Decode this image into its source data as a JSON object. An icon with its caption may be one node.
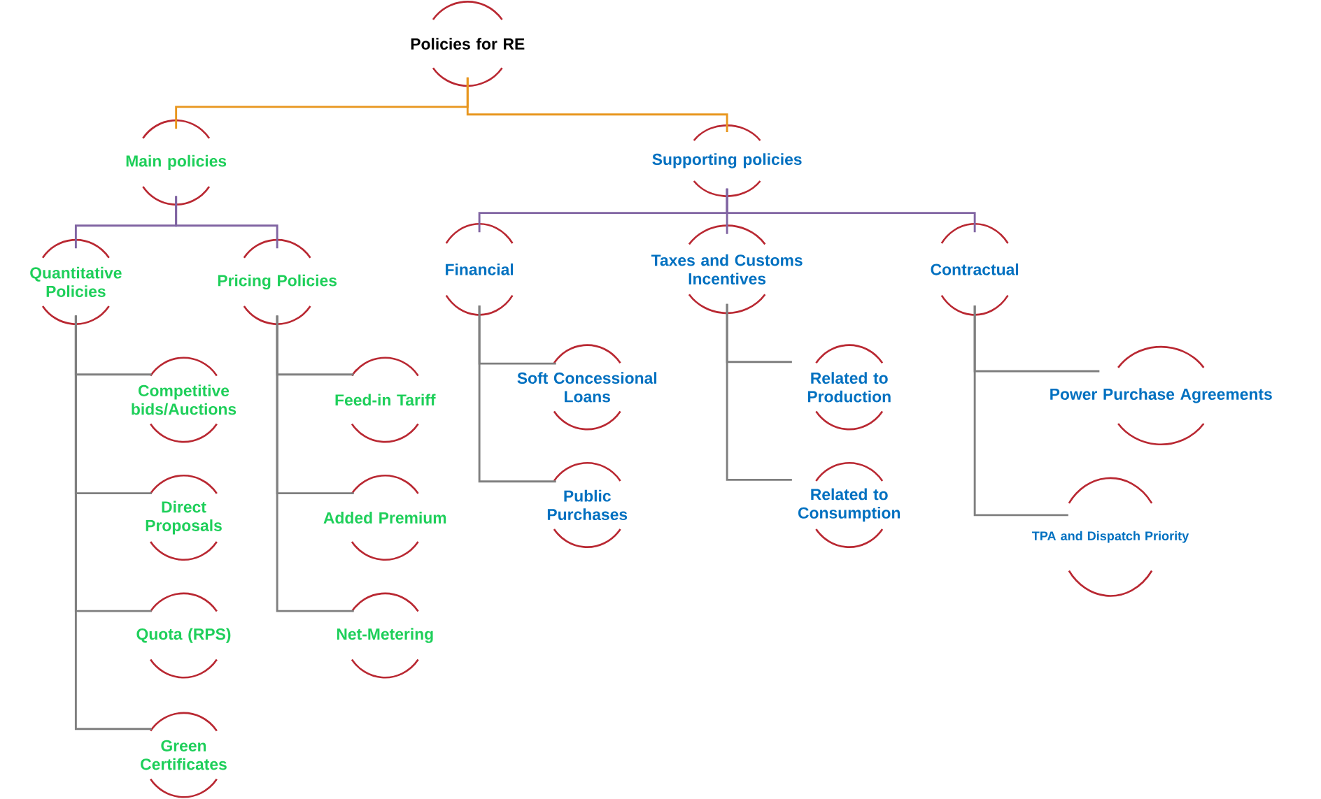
{
  "diagram": {
    "nodes": [
      {
        "text": [
          "Policies for RE"
        ]
      },
      {
        "text": [
          "Main policies"
        ]
      },
      {
        "text": [
          "Supporting policies"
        ]
      },
      {
        "text": [
          "Quantitative Policies"
        ]
      },
      {
        "text": [
          "Pricing Policies"
        ]
      },
      {
        "text": [
          "Financial"
        ]
      },
      {
        "text": [
          "Taxes and Customs Incentives"
        ]
      },
      {
        "text": [
          "Contractual"
        ]
      },
      {
        "text": [
          "Competitive bids/Auctions"
        ]
      },
      {
        "text": [
          "Direct Proposals"
        ]
      },
      {
        "text": [
          "Quota (RPS)"
        ]
      },
      {
        "text": [
          "Green Certificates"
        ]
      },
      {
        "text": [
          "Feed-in Tariff"
        ]
      },
      {
        "text": [
          "Added Premium"
        ]
      },
      {
        "text": [
          "Net-Metering"
        ]
      },
      {
        "text": [
          "Soft Concessional Loans"
        ]
      },
      {
        "text": [
          "Public Purchases"
        ]
      },
      {
        "text": [
          "Related to Production"
        ]
      },
      {
        "text": [
          "Related to Consumption"
        ]
      },
      {
        "text": [
          "Power Purchase Agreements"
        ]
      },
      {
        "text": [
          "TPA and Dispatch Priority"
        ]
      }
    ],
    "edges": [
      {
        "from": 0,
        "to": 1,
        "arrow": "none",
        "color": "#e8961e"
      },
      {
        "from": 0,
        "to": 2,
        "arrow": "none",
        "color": "#e8961e"
      },
      {
        "from": 1,
        "to": 3,
        "arrow": "none",
        "color": "#8064a2"
      },
      {
        "from": 1,
        "to": 4,
        "arrow": "none",
        "color": "#8064a2"
      },
      {
        "from": 2,
        "to": 5,
        "arrow": "none",
        "color": "#8064a2"
      },
      {
        "from": 2,
        "to": 6,
        "arrow": "none",
        "color": "#8064a2"
      },
      {
        "from": 2,
        "to": 7,
        "arrow": "none",
        "color": "#8064a2"
      },
      {
        "from": 3,
        "to": 8,
        "arrow": "none"
      },
      {
        "from": 3,
        "to": 9,
        "arrow": "none"
      },
      {
        "from": 3,
        "to": 10,
        "arrow": "none"
      },
      {
        "from": 3,
        "to": 11,
        "arrow": "none"
      },
      {
        "from": 4,
        "to": 12,
        "arrow": "none"
      },
      {
        "from": 4,
        "to": 13,
        "arrow": "none"
      },
      {
        "from": 4,
        "to": 14,
        "arrow": "none"
      },
      {
        "from": 5,
        "to": 15,
        "arrow": "none"
      },
      {
        "from": 5,
        "to": 16,
        "arrow": "none"
      },
      {
        "from": 6,
        "to": 17,
        "arrow": "none"
      },
      {
        "from": 6,
        "to": 18,
        "arrow": "none"
      },
      {
        "from": 7,
        "to": 19,
        "arrow": "none"
      },
      {
        "from": 7,
        "to": 20,
        "arrow": "none"
      }
    ]
  }
}
